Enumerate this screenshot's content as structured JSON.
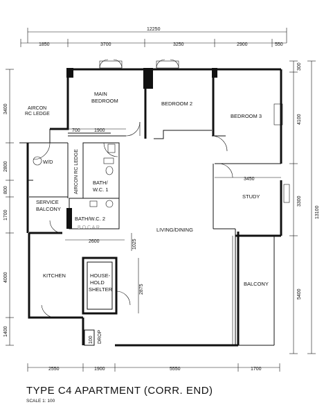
{
  "plan": {
    "title": "TYPE C4 APARTMENT (CORR. END)",
    "scale": "SCALE   1: 100",
    "watermark": "B   O   C   A   R",
    "rooms": {
      "main_bedroom_1": "MAIN",
      "main_bedroom_2": "BEDROOM",
      "bedroom2": "BEDROOM 2",
      "bedroom3": "BEDROOM 3",
      "aircon_ledge_1": "AIRCON",
      "aircon_ledge_2": "RC LEDGE",
      "wm": "W/D",
      "aircon_ledge_v": "AIRCON RC LEDGE",
      "bath1_1": "BATH/",
      "bath1_2": "W.C. 1",
      "bath2": "BATH/W.C. 2",
      "service_balcony_1": "SERVICE",
      "service_balcony_2": "BALCONY",
      "study": "STUDY",
      "living_dining": "LIVING/DINING",
      "kitchen": "KITCHEN",
      "shelter_1": "HOUSE-",
      "shelter_2": "HOLD",
      "shelter_3": "SHELTER",
      "balcony": "BALCONY",
      "refuse_chute": "DROP",
      "refuse_chute_2": "100"
    },
    "dimensions": {
      "overall_width": "12250",
      "top_1": "1850",
      "top_2": "3700",
      "top_3": "3250",
      "top_4": "2900",
      "top_5": "550",
      "right_1": "300",
      "right_2": "4100",
      "right_3": "3300",
      "right_4": "5400",
      "right_overall": "13100",
      "left_1": "3400",
      "left_2": "2800",
      "left_3": "800",
      "left_4": "1700",
      "left_5": "4000",
      "left_6": "1400",
      "bottom_1": "2550",
      "bottom_2": "1900",
      "bottom_3": "5550",
      "bottom_4": "1700",
      "inner_700": "700",
      "inner_1900": "1900",
      "inner_3450": "3450",
      "inner_2600": "2600",
      "inner_1025": "1025",
      "inner_2875": "2875"
    }
  }
}
